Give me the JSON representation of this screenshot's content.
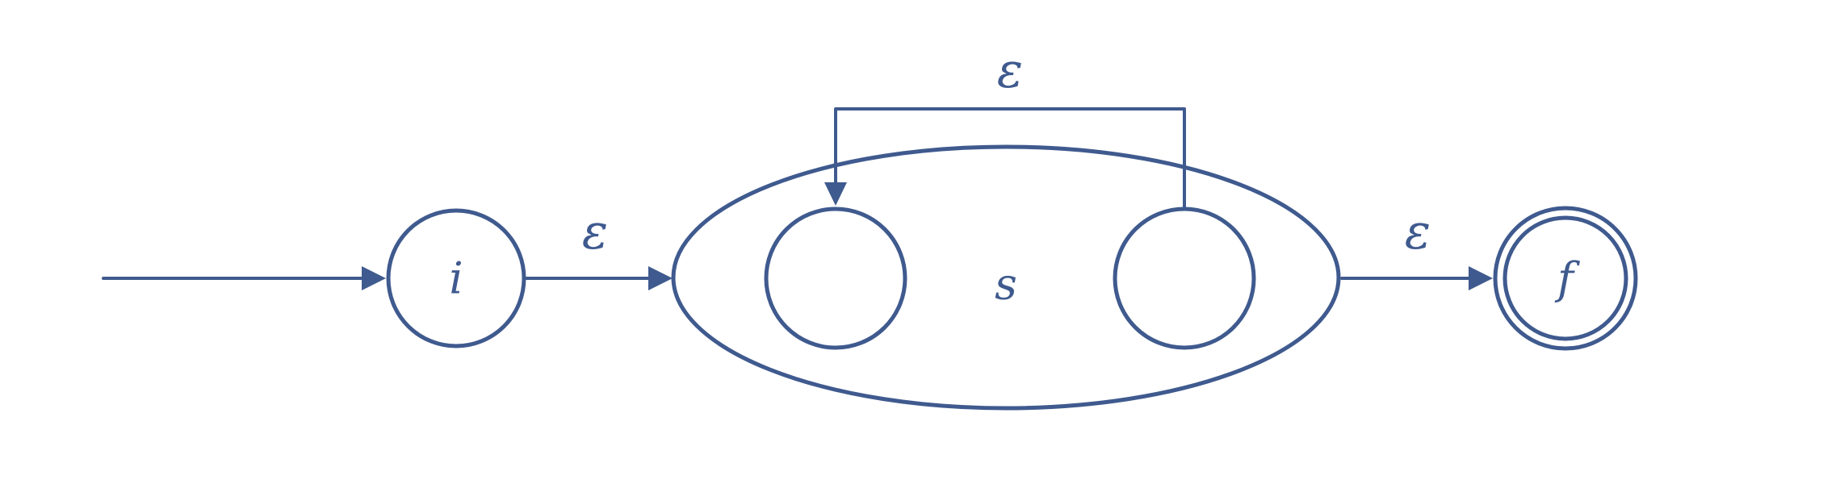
{
  "diagram": {
    "colors": {
      "stroke": "#3f5a8e",
      "background": "#ffffff"
    },
    "states": {
      "initial": {
        "label": "i"
      },
      "subautomaton": {
        "label": "s"
      },
      "inner_start": {
        "label": ""
      },
      "inner_end": {
        "label": ""
      },
      "final": {
        "label": "f",
        "accepting": true
      }
    },
    "transitions": {
      "start_arrow": {
        "label": ""
      },
      "i_to_s": {
        "label": "ε"
      },
      "loop_back": {
        "label": "ε"
      },
      "s_to_f": {
        "label": "ε"
      }
    }
  }
}
